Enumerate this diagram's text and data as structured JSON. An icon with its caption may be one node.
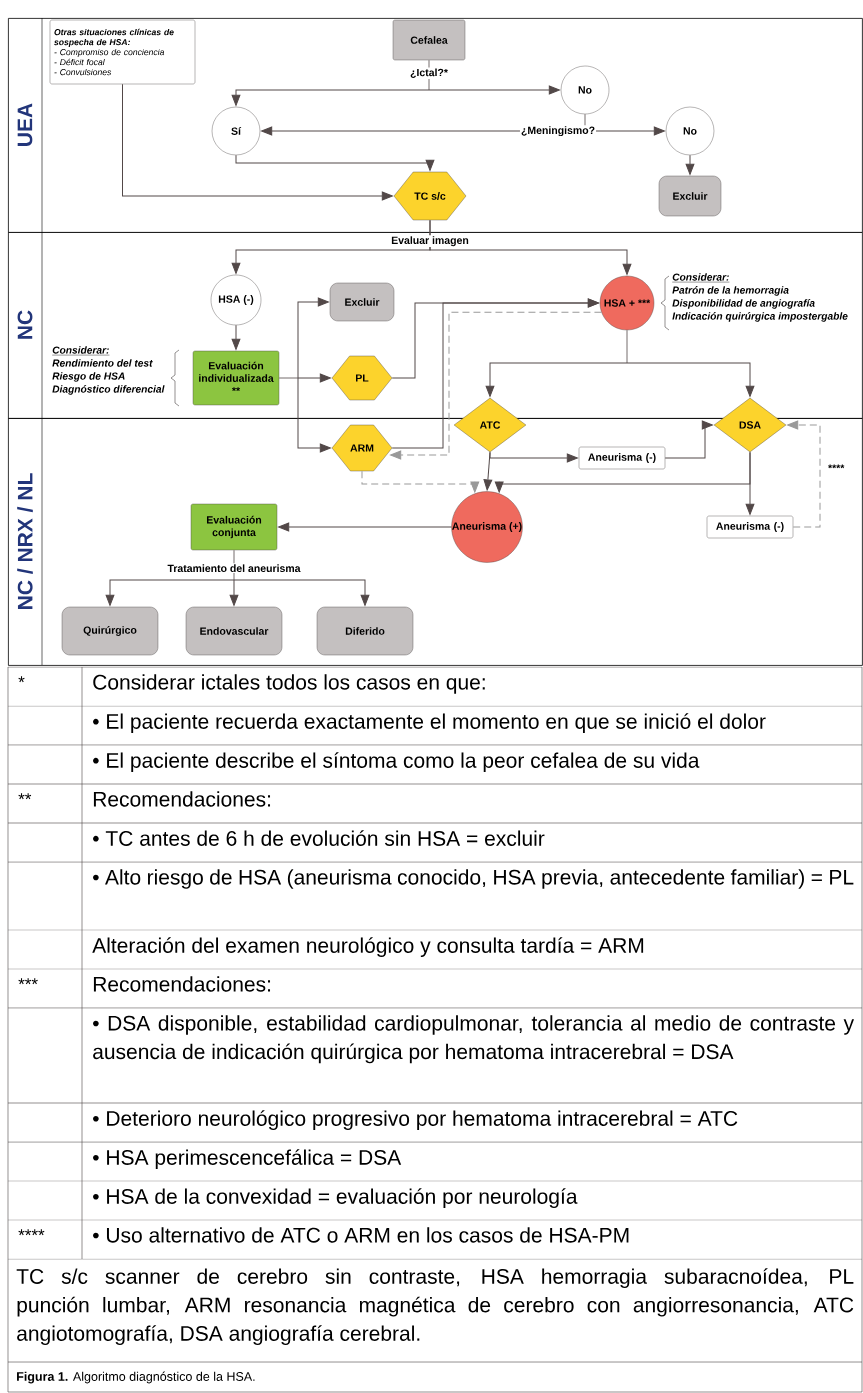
{
  "diagram": {
    "caption": "**Figura 1.** Algoritmo diagnóstico de la HSA.",
    "nodes": [
      {
        "text": [
          "UEA"
        ]
      },
      {
        "text": [
          "NC"
        ]
      },
      {
        "text": [
          "NC / NRX / NL"
        ]
      },
      {
        "text": [
          "Otras situaciones clínicas de sospecha de HSA:",
          "- Compromiso de conciencia",
          "- Déficit focal",
          "- Convulsiones"
        ],
        "in": 0
      },
      {
        "text": [
          "Cefalea"
        ],
        "in": 0
      },
      {
        "text": [
          "No"
        ],
        "in": 0
      },
      {
        "text": [
          "Sí"
        ],
        "in": 0
      },
      {
        "text": [
          "No"
        ],
        "in": 0
      },
      {
        "text": [
          "TC s/c"
        ],
        "in": 0
      },
      {
        "text": [
          "Excluir"
        ],
        "in": 0
      },
      {
        "text": [
          "HSA (-)"
        ],
        "in": 1
      },
      {
        "text": [
          "HSA + ***"
        ],
        "in": 1,
        "beside": [
          "Considerar:",
          "Patrón de la hemorragia",
          "Disponibilidad de angiografía",
          "Indicación quirúrgica impostergable"
        ]
      },
      {
        "text": [
          "Excluir"
        ],
        "in": 1
      },
      {
        "text": [
          "Evaluación individualizada **"
        ],
        "in": 1,
        "beside": [
          "Considerar:",
          "Rendimiento del test",
          "Riesgo de HSA",
          "Diagnóstico diferencial"
        ]
      },
      {
        "text": [
          "PL"
        ],
        "in": 1
      },
      {
        "text": [
          "ATC"
        ]
      },
      {
        "text": [
          "DSA"
        ]
      },
      {
        "text": [
          "ARM"
        ],
        "in": 2
      },
      {
        "text": [
          "Aneurisma (-)"
        ],
        "in": 2
      },
      {
        "text": [
          "Aneurisma (+)"
        ],
        "in": 2
      },
      {
        "text": [
          "Evaluación conjunta"
        ],
        "in": 2
      },
      {
        "text": [
          "Aneurisma (-)"
        ],
        "in": 2
      },
      {
        "text": [
          "Quirúrgico"
        ],
        "in": 2
      },
      {
        "text": [
          "Endovascular"
        ],
        "in": 2
      },
      {
        "text": [
          "Diferido"
        ],
        "in": 2
      }
    ],
    "edges": [
      {
        "from": 4,
        "to": 6,
        "arrow": "to",
        "label": "¿Ictal?*"
      },
      {
        "from": 4,
        "to": 5,
        "arrow": "to"
      },
      {
        "from": 5,
        "to": 6,
        "arrow": "to",
        "label": "¿Meningismo?"
      },
      {
        "from": 5,
        "to": 7,
        "arrow": "to"
      },
      {
        "from": 7,
        "to": 9,
        "arrow": "to"
      },
      {
        "from": 6,
        "to": 8,
        "arrow": "to"
      },
      {
        "from": 3,
        "to": 8,
        "arrow": "to"
      },
      {
        "from": 8,
        "to": 10,
        "arrow": "to",
        "label": "Evaluar imagen"
      },
      {
        "from": 8,
        "to": 11,
        "arrow": "to"
      },
      {
        "from": 10,
        "to": 13,
        "arrow": "to"
      },
      {
        "from": 13,
        "to": 14,
        "arrow": "to"
      },
      {
        "from": 13,
        "to": 12,
        "arrow": "to"
      },
      {
        "from": 13,
        "to": 17,
        "arrow": "to"
      },
      {
        "from": 14,
        "to": 11,
        "arrow": "to"
      },
      {
        "from": 17,
        "to": 11,
        "arrow": "to"
      },
      {
        "from": 11,
        "to": 17,
        "arrow": "to",
        "style": "dashed",
        "color": "#999999"
      },
      {
        "from": 11,
        "to": 15,
        "arrow": "to"
      },
      {
        "from": 11,
        "to": 16,
        "arrow": "to"
      },
      {
        "from": 15,
        "to": 19,
        "arrow": "to"
      },
      {
        "from": 15,
        "to": 18,
        "arrow": "to"
      },
      {
        "from": 18,
        "to": 16,
        "arrow": "to"
      },
      {
        "from": 16,
        "to": 19,
        "arrow": "to"
      },
      {
        "from": 16,
        "to": 21,
        "arrow": "to"
      },
      {
        "from": 17,
        "to": 19,
        "arrow": "to",
        "style": "dashed",
        "color": "#999999"
      },
      {
        "from": 21,
        "to": 16,
        "arrow": "to",
        "style": "dashed",
        "color": "#999999",
        "label": "****"
      },
      {
        "from": 19,
        "to": 20,
        "arrow": "to"
      },
      {
        "from": 20,
        "to": 22,
        "arrow": "to",
        "label": "Tratamiento del aneurisma"
      },
      {
        "from": 20,
        "to": 23,
        "arrow": "to"
      },
      {
        "from": 20,
        "to": 24,
        "arrow": "to"
      }
    ],
    "labels": [
      "*",
      "Considerar ictales todos los casos en que:",
      "• El paciente recuerda exactamente el momento en que se inició el dolor",
      "• El paciente describe el síntoma como la peor cefalea de su vida",
      "**",
      "Recomendaciones:",
      "• TC antes de 6 h de evolución sin HSA = excluir",
      "• Alto riesgo de HSA (aneurisma conocido, HSA previa, antecedente familiar) = PL",
      "Alteración del examen neurológico y consulta tardía = ARM",
      "***",
      "Recomendaciones:",
      "• DSA disponible, estabilidad cardiopulmonar, tolerancia al medio de contraste y ausencia de indicación quirúrgica por hematoma intracerebral = DSA",
      "• Deterioro neurológico progresivo por hematoma intracerebral = ATC",
      "• HSA perimescencefálica = DSA",
      "• HSA de la convexidad = evaluación por neurología",
      "****",
      "• Uso alternativo de ATC o ARM en los casos de HSA-PM",
      "TC s/c scanner de cerebro sin contraste, HSA hemorragia subaracnoídea, PL punción lumbar, ARM resonancia magnética de cerebro con angiorresonancia, ATC angiotomografía, DSA angiografía cerebral."
    ]
  }
}
